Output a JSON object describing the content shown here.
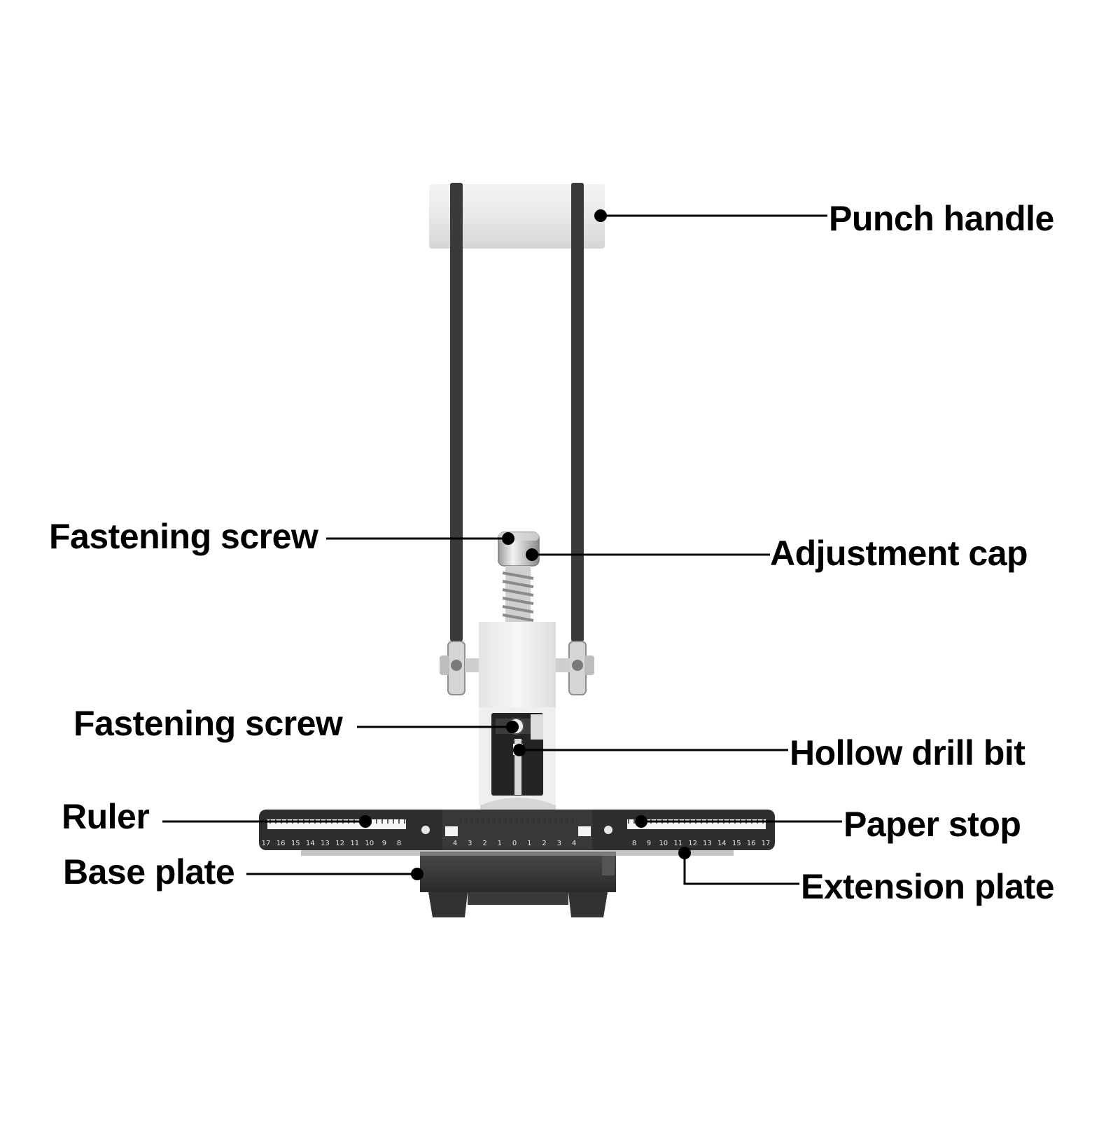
{
  "labels": {
    "punch_handle": "Punch handle",
    "fastening_screw_top": "Fastening screw",
    "adjustment_cap": "Adjustment cap",
    "fastening_screw_lower": "Fastening screw",
    "hollow_drill_bit": "Hollow drill bit",
    "ruler": "Ruler",
    "paper_stop": "Paper stop",
    "base_plate": "Base plate",
    "extension_plate": "Extension plate"
  },
  "ruler_scale": {
    "left": [
      "17",
      "16",
      "15",
      "14",
      "13",
      "12",
      "11",
      "10",
      "9",
      "8"
    ],
    "center": [
      "4",
      "3",
      "2",
      "1",
      "0",
      "1",
      "2",
      "3",
      "4"
    ],
    "right": [
      "8",
      "9",
      "10",
      "11",
      "12",
      "13",
      "14",
      "15",
      "16",
      "17"
    ]
  },
  "colors": {
    "metal_dark": "#3a3a3a",
    "metal_light": "#e9e9e9",
    "chrome": "#c9c9c9",
    "leader_line": "#000000"
  }
}
